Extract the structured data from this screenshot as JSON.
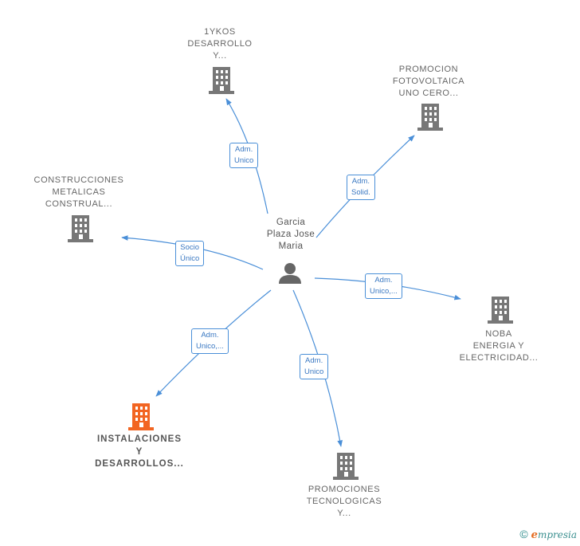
{
  "person": {
    "name_lines": [
      "Garcia",
      "Plaza Jose",
      "Maria"
    ],
    "icon": "person-icon"
  },
  "companies": [
    {
      "id": "1ykos",
      "lines": [
        "1YKOS",
        "DESARROLLO",
        "Y..."
      ],
      "icon": "building-icon",
      "color": "#777777",
      "highlighted": false
    },
    {
      "id": "promocion-fotovoltaica",
      "lines": [
        "PROMOCION",
        "FOTOVOLTAICA",
        "UNO CERO..."
      ],
      "icon": "building-icon",
      "color": "#777777",
      "highlighted": false
    },
    {
      "id": "construcciones-metalicas",
      "lines": [
        "CONSTRUCCIONES",
        "METALICAS",
        "CONSTRUAL..."
      ],
      "icon": "building-icon",
      "color": "#777777",
      "highlighted": false
    },
    {
      "id": "noba-energia",
      "lines": [
        "NOBA",
        "ENERGIA Y",
        "ELECTRICIDAD..."
      ],
      "icon": "building-icon",
      "color": "#777777",
      "highlighted": false
    },
    {
      "id": "instalaciones-desarrollos",
      "lines": [
        "INSTALACIONES",
        "Y",
        "DESARROLLOS..."
      ],
      "icon": "building-icon",
      "color": "#f26522",
      "highlighted": true
    },
    {
      "id": "promociones-tecnologicas",
      "lines": [
        "PROMOCIONES",
        "TECNOLOGICAS",
        "Y..."
      ],
      "icon": "building-icon",
      "color": "#777777",
      "highlighted": false
    }
  ],
  "relations": [
    {
      "target": "1ykos",
      "label_lines": [
        "Adm.",
        "Unico"
      ]
    },
    {
      "target": "promocion-fotovoltaica",
      "label_lines": [
        "Adm.",
        "Solid."
      ]
    },
    {
      "target": "construcciones-metalicas",
      "label_lines": [
        "Socio",
        "Único"
      ]
    },
    {
      "target": "noba-energia",
      "label_lines": [
        "Adm.",
        "Unico,..."
      ]
    },
    {
      "target": "instalaciones-desarrollos",
      "label_lines": [
        "Adm.",
        "Unico,..."
      ]
    },
    {
      "target": "promociones-tecnologicas",
      "label_lines": [
        "Adm.",
        "Unico"
      ]
    }
  ],
  "footer": {
    "copyright_symbol": "©",
    "brand_initial": "e",
    "brand_rest": "mpresia"
  },
  "colors": {
    "edge": "#4a8fd8",
    "building": "#777777",
    "building_highlight": "#f26522",
    "person": "#666666"
  }
}
